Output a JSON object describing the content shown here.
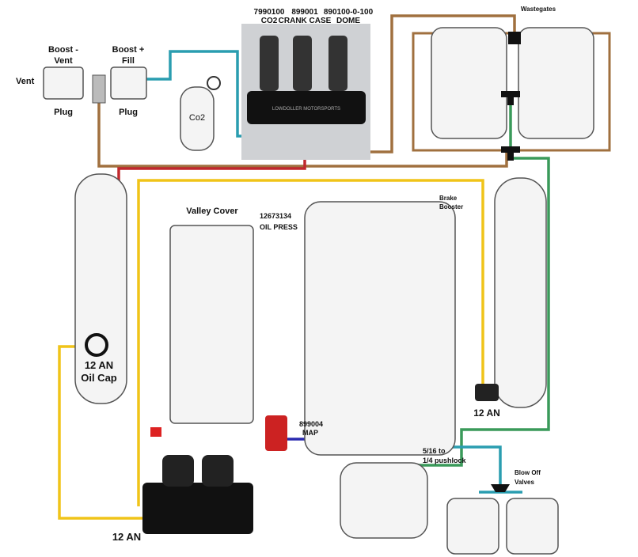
{
  "colors": {
    "teal": "#2a9db0",
    "brown": "#a0703f",
    "red": "#c0282d",
    "yellow": "#f0c419",
    "green": "#3a9a5a",
    "blue": "#2a2ab0",
    "black": "#111111"
  },
  "labels": {
    "vent": "Vent",
    "boost_vent_1": "Boost -",
    "boost_vent_2": "Vent",
    "boost_fill_1": "Boost +",
    "boost_fill_2": "Fill",
    "plug_left": "Plug",
    "plug_right": "Plug",
    "co2": "Co2",
    "sensor1_pn": "7990100",
    "sensor1_name": "CO2",
    "sensor2_pn": "899001",
    "sensor2_name": "CRANK CASE",
    "sensor3_pn": "890100-0-100",
    "sensor3_name": "DOME",
    "manifold_brand": "LOWDOLLER MOTORSPORTS",
    "wastegates": "Wastegates",
    "valley_cover": "Valley Cover",
    "oil_press_pn": "12673134",
    "oil_press": "OIL PRESS",
    "brake1": "Brake",
    "brake2": "Booster",
    "oilcap_an": "12 AN",
    "oilcap": "Oil Cap",
    "right_an": "12 AN",
    "map_pn": "899004",
    "map": "MAP",
    "pushlock1": "5/16 to",
    "pushlock2": "1/4 pushlock",
    "bov1": "Blow Off",
    "bov2": "Valves",
    "catchcan_an": "12 AN"
  }
}
